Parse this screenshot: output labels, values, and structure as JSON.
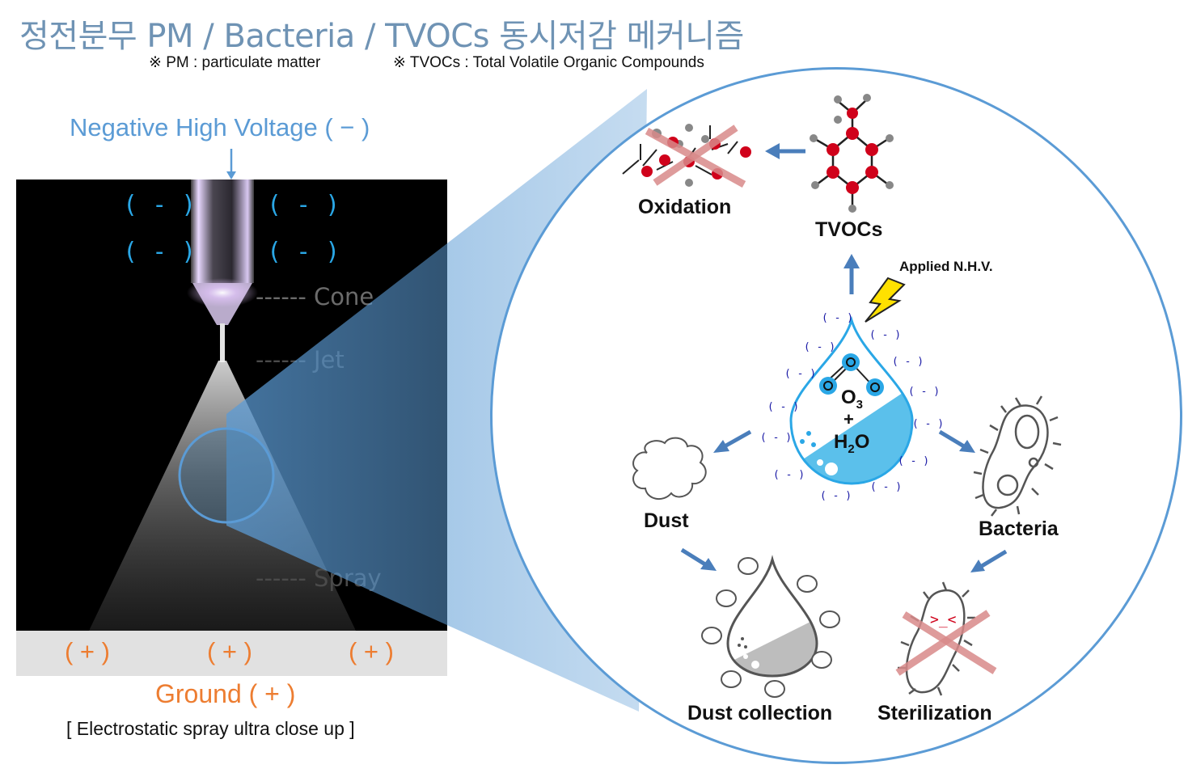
{
  "title": "정전분무 PM / Bacteria / TVOCs 동시저감 메커니즘",
  "notes": {
    "pm": "※ PM : particulate matter",
    "tvocs": "※ TVOCs : Total Volatile Organic Compounds"
  },
  "left_panel": {
    "voltage_label": "Negative High Voltage ( − )",
    "negative_charge": "( - )",
    "process_labels": {
      "cone": "------ Cone",
      "jet": "------ Jet",
      "spray": "------ Spray"
    },
    "positive_charge": "( + )",
    "ground_label": "Ground ( + )",
    "caption": "[ Electrostatic spray ultra close up ]"
  },
  "mechanism": {
    "oxidation": "Oxidation",
    "tvocs": "TVOCs",
    "applied": "Applied N.H.V.",
    "droplet_charge": "( - )",
    "o3_main": "O",
    "o3_sub": "3",
    "plus": "+",
    "h2o_h": "H",
    "h2o_sub": "2",
    "h2o_o": "O",
    "dust": "Dust",
    "bacteria": "Bacteria",
    "dust_collection": "Dust collection",
    "sterilization": "Sterilization",
    "face": ">_<"
  },
  "colors": {
    "title": "#6f93b4",
    "voltage_blue": "#5b9bd5",
    "ground_orange": "#ed7d31",
    "charge_cyan": "#2aa7e6",
    "water": "#5bc0eb",
    "atom_red": "#d0021b",
    "cross_pink": "#d98a8a"
  }
}
